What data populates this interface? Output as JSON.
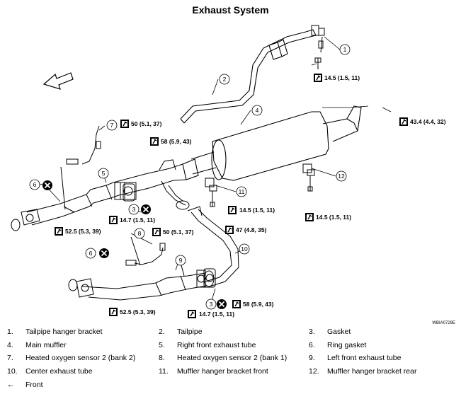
{
  "title": "Exhaust System",
  "drawing_code": "WBIA0729E",
  "callouts": [
    "1",
    "2",
    "3",
    "4",
    "5",
    "6",
    "7",
    "8",
    "9",
    "10",
    "11",
    "12"
  ],
  "torques": {
    "t1": "14.5 (1.5, 11)",
    "t2": "43.4 (4.4, 32)",
    "t3": "50 (5.1, 37)",
    "t4": "58 (5.9, 43)",
    "t5": "14.5 (1.5, 11)",
    "t6": "14.7 (1.5, 11)",
    "t7": "52.5 (5.3, 39)",
    "t8": "50 (5.1, 37)",
    "t9": "47 (4.8, 35)",
    "t10": "14.5 (1.5, 11)",
    "t11": "58 (5.9, 43)",
    "t12": "14.7 (1.5, 11)",
    "t13": "52.5 (5.3, 39)"
  },
  "legend": [
    {
      "num": "1.",
      "label": "Tailpipe hanger bracket"
    },
    {
      "num": "2.",
      "label": "Tailpipe"
    },
    {
      "num": "3.",
      "label": "Gasket"
    },
    {
      "num": "4.",
      "label": "Main muffler"
    },
    {
      "num": "5.",
      "label": "Right front exhaust tube"
    },
    {
      "num": "6.",
      "label": "Ring gasket"
    },
    {
      "num": "7.",
      "label": "Heated oxygen sensor 2 (bank 2)"
    },
    {
      "num": "8.",
      "label": "Heated oxygen sensor 2 (bank 1)"
    },
    {
      "num": "9.",
      "label": "Left front exhaust tube"
    },
    {
      "num": "10.",
      "label": "Center exhaust tube"
    },
    {
      "num": "11.",
      "label": "Muffler hanger bracket front"
    },
    {
      "num": "12.",
      "label": "Muffler hanger bracket rear"
    }
  ],
  "front_note": {
    "arrow": "←",
    "label": "Front"
  }
}
